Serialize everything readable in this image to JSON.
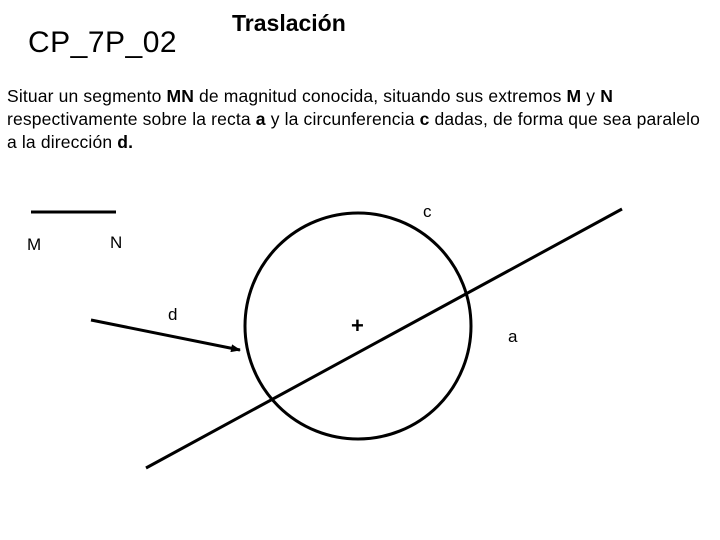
{
  "header": {
    "code": "CP_7P_02",
    "title": "Traslación"
  },
  "statement": {
    "parts": [
      {
        "text": "Situar un segmento ",
        "bold": false
      },
      {
        "text": "MN",
        "bold": true
      },
      {
        "text": " de magnitud conocida, situando sus extremos ",
        "bold": false
      },
      {
        "text": "M",
        "bold": true
      },
      {
        "text": " y ",
        "bold": false
      },
      {
        "text": "N",
        "bold": true
      },
      {
        "text": " respectivamente sobre la recta ",
        "bold": false
      },
      {
        "text": "a",
        "bold": true
      },
      {
        "text": " y la circunferencia ",
        "bold": false
      },
      {
        "text": "c",
        "bold": true
      },
      {
        "text": " dadas, de forma que sea paralelo a la dirección ",
        "bold": false
      },
      {
        "text": "d.",
        "bold": true
      }
    ]
  },
  "diagram": {
    "segment_label_m": "M",
    "segment_label_n": "N",
    "direction_label": "d",
    "circle_label": "c",
    "center_mark": "+",
    "line_label": "a"
  }
}
